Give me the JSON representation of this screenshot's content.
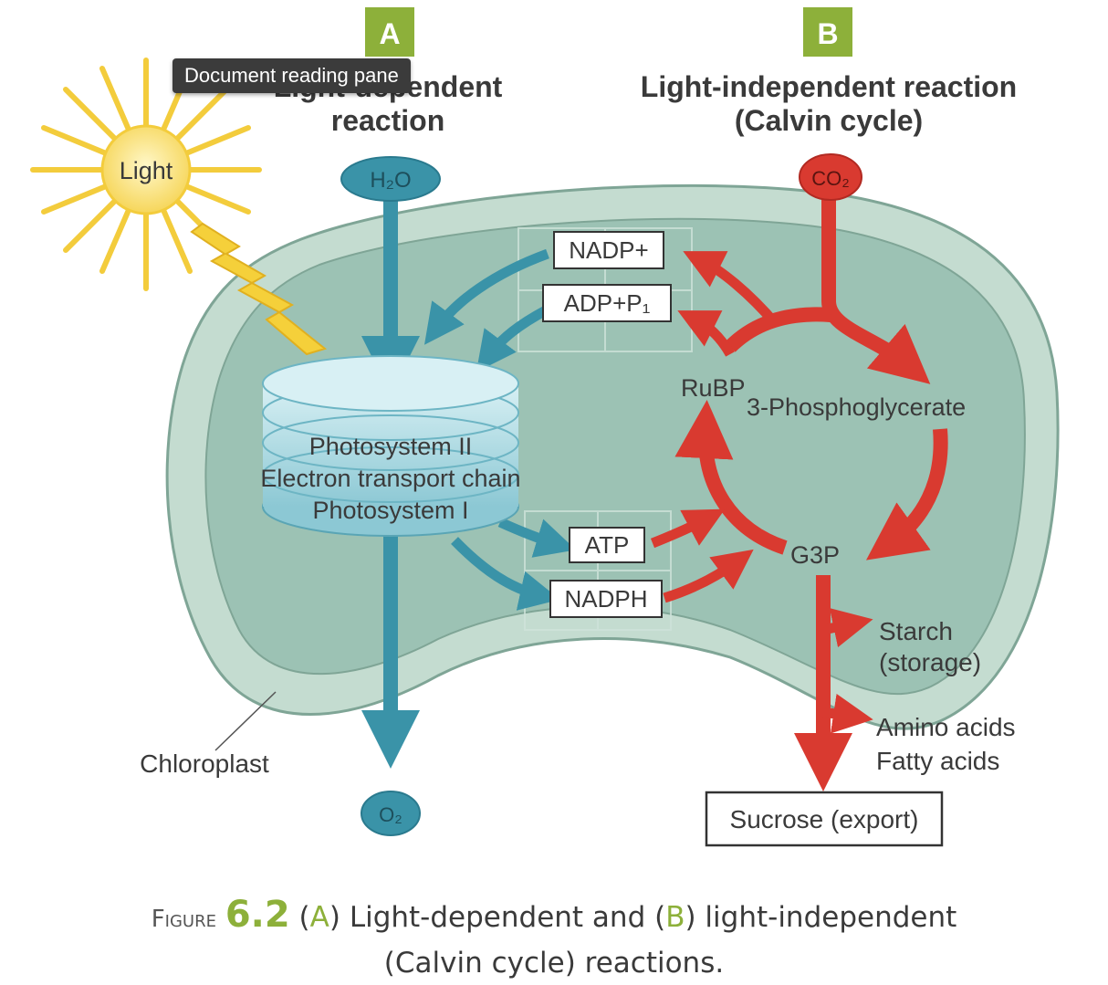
{
  "tooltip": "Document reading pane",
  "panels": {
    "a": {
      "letter": "A",
      "title_line1": "Light-dependent",
      "title_line2": "reaction"
    },
    "b": {
      "letter": "B",
      "title_line1": "Light-independent reaction",
      "title_line2": "(Calvin cycle)"
    }
  },
  "labels": {
    "light": "Light",
    "h2o": "H₂O",
    "co2": "CO₂",
    "o2": "O₂",
    "nadp": "NADP+",
    "adp": "ADP+P₁",
    "atp": "ATP",
    "nadph": "NADPH",
    "rubp": "RuBP",
    "pga": "3-Phosphoglycerate",
    "g3p": "G3P",
    "ps2": "Photosystem II",
    "etc": "Electron transport chain",
    "ps1": "Photosystem I",
    "starch1": "Starch",
    "starch2": "(storage)",
    "amino": "Amino acids",
    "fatty": "Fatty acids",
    "sucrose": "Sucrose (export)",
    "chloroplast": "Chloroplast"
  },
  "caption": {
    "prefix": "Figure",
    "number": "6.2",
    "open_a": "(",
    "a": "A",
    "text1": ") Light-dependent and (",
    "b": "B",
    "text2": ") light-independent",
    "line2": "(Calvin cycle) reactions."
  },
  "colors": {
    "panel_badge": "#8db03a",
    "teal": "#3a93a8",
    "red": "#d93a30",
    "sun": "#f3cc3c",
    "chloroplast_outer": "#c4dcd0",
    "chloroplast_inner": "#9cc2b4"
  }
}
